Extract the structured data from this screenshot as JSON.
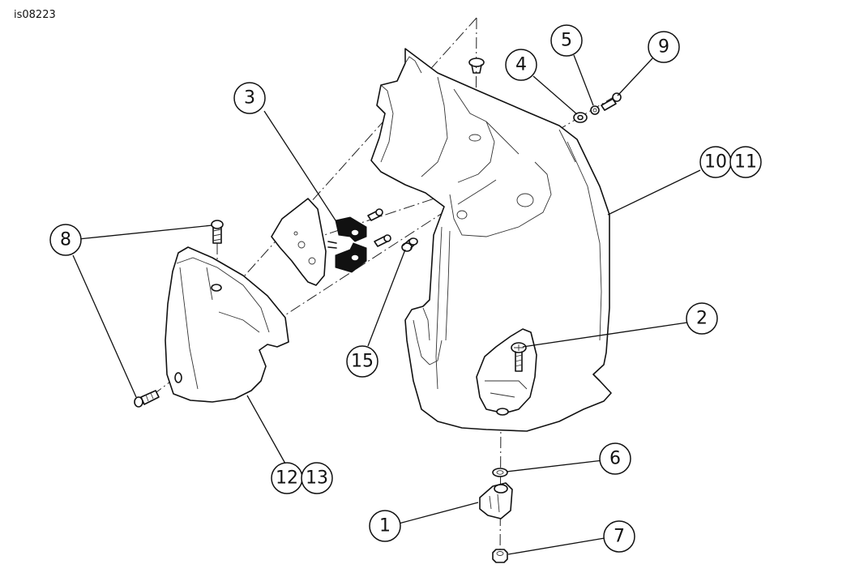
{
  "figure": {
    "reference_id": "is08223"
  },
  "callouts": {
    "c1": "1",
    "c2": "2",
    "c3": "3",
    "c4": "4",
    "c5": "5",
    "c6": "6",
    "c7": "7",
    "c8": "8",
    "c9": "9",
    "c10": "10",
    "c11": "11",
    "c12": "12",
    "c13": "13",
    "c15": "15"
  }
}
